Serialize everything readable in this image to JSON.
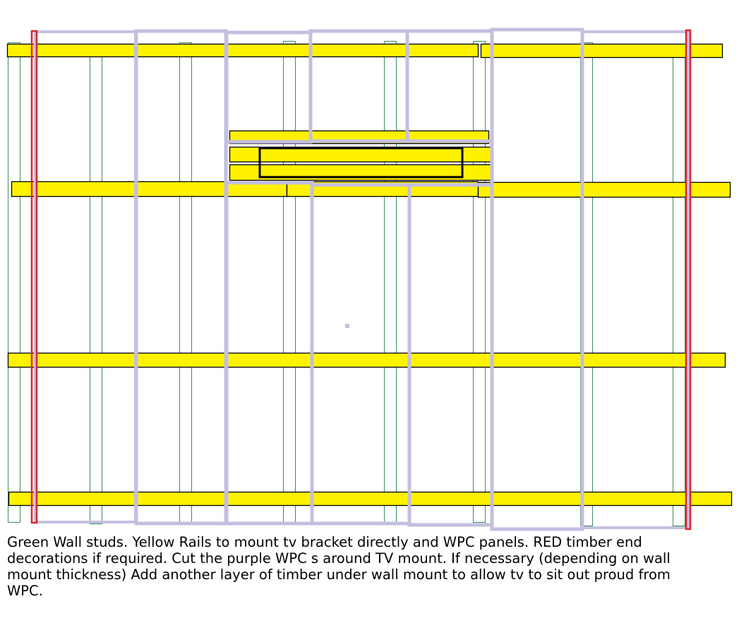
{
  "colors": {
    "stud": "#3c8c5a",
    "rail": "#fff200",
    "rail_outline": "#000000",
    "wpc_panel": "#c4bfe0",
    "red_timber": "#d8262e",
    "tv_mount": "#000000"
  },
  "caption": {
    "lines": [
      "Green Wall studs.  Yellow Rails to mount tv bracket directly and WPC panels.  RED timber end",
      "decorations if  required. Cut the purple WPC s around TV mount. If necessary (depending on wall",
      "mount thickness) Add another layer of timber under wall mount to allow tv to sit out proud from",
      "WPC."
    ]
  }
}
